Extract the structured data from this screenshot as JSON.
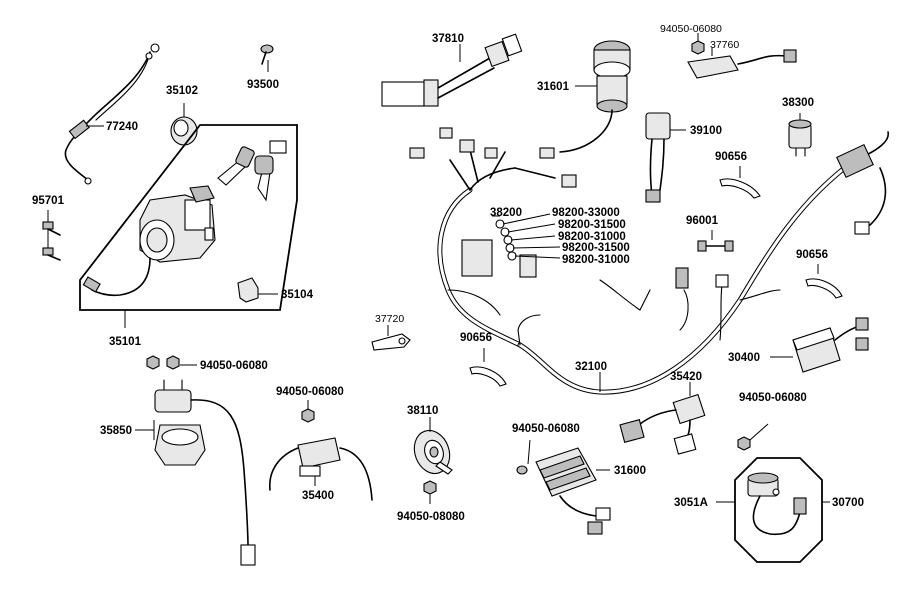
{
  "diagram": {
    "parts": [
      {
        "id": "p77240",
        "label": "77240"
      },
      {
        "id": "p35102",
        "label": "35102"
      },
      {
        "id": "p93500",
        "label": "93500"
      },
      {
        "id": "p95701",
        "label": "95701"
      },
      {
        "id": "p35104",
        "label": "35104"
      },
      {
        "id": "p35101",
        "label": "35101"
      },
      {
        "id": "p94050a",
        "label": "94050-06080"
      },
      {
        "id": "p35850",
        "label": "35850"
      },
      {
        "id": "p94050b",
        "label": "94050-06080"
      },
      {
        "id": "p35400",
        "label": "35400"
      },
      {
        "id": "p37720",
        "label": "37720"
      },
      {
        "id": "p37810",
        "label": "37810"
      },
      {
        "id": "p31601",
        "label": "31601"
      },
      {
        "id": "p94050c",
        "label": "94050-06080"
      },
      {
        "id": "p37760",
        "label": "37760"
      },
      {
        "id": "p38300",
        "label": "38300"
      },
      {
        "id": "p39100",
        "label": "39100"
      },
      {
        "id": "p90656a",
        "label": "90656"
      },
      {
        "id": "p38200",
        "label": "38200"
      },
      {
        "id": "p98200_33000",
        "label": "98200-33000"
      },
      {
        "id": "p98200_31500a",
        "label": "98200-31500"
      },
      {
        "id": "p98200_31000a",
        "label": "98200-31000"
      },
      {
        "id": "p98200_31500b",
        "label": "98200-31500"
      },
      {
        "id": "p98200_31000b",
        "label": "98200-31000"
      },
      {
        "id": "p96001",
        "label": "96001"
      },
      {
        "id": "p90656b",
        "label": "90656"
      },
      {
        "id": "p90656c",
        "label": "90656"
      },
      {
        "id": "p32100",
        "label": "32100"
      },
      {
        "id": "p30400",
        "label": "30400"
      },
      {
        "id": "p35420",
        "label": "35420"
      },
      {
        "id": "p38110",
        "label": "38110"
      },
      {
        "id": "p94050d",
        "label": "94050-06080"
      },
      {
        "id": "p31600",
        "label": "31600"
      },
      {
        "id": "p94050e",
        "label": "94050-08080"
      },
      {
        "id": "p94050f",
        "label": "94050-06080"
      },
      {
        "id": "p3051A",
        "label": "3051A"
      },
      {
        "id": "p30700",
        "label": "30700"
      }
    ]
  }
}
